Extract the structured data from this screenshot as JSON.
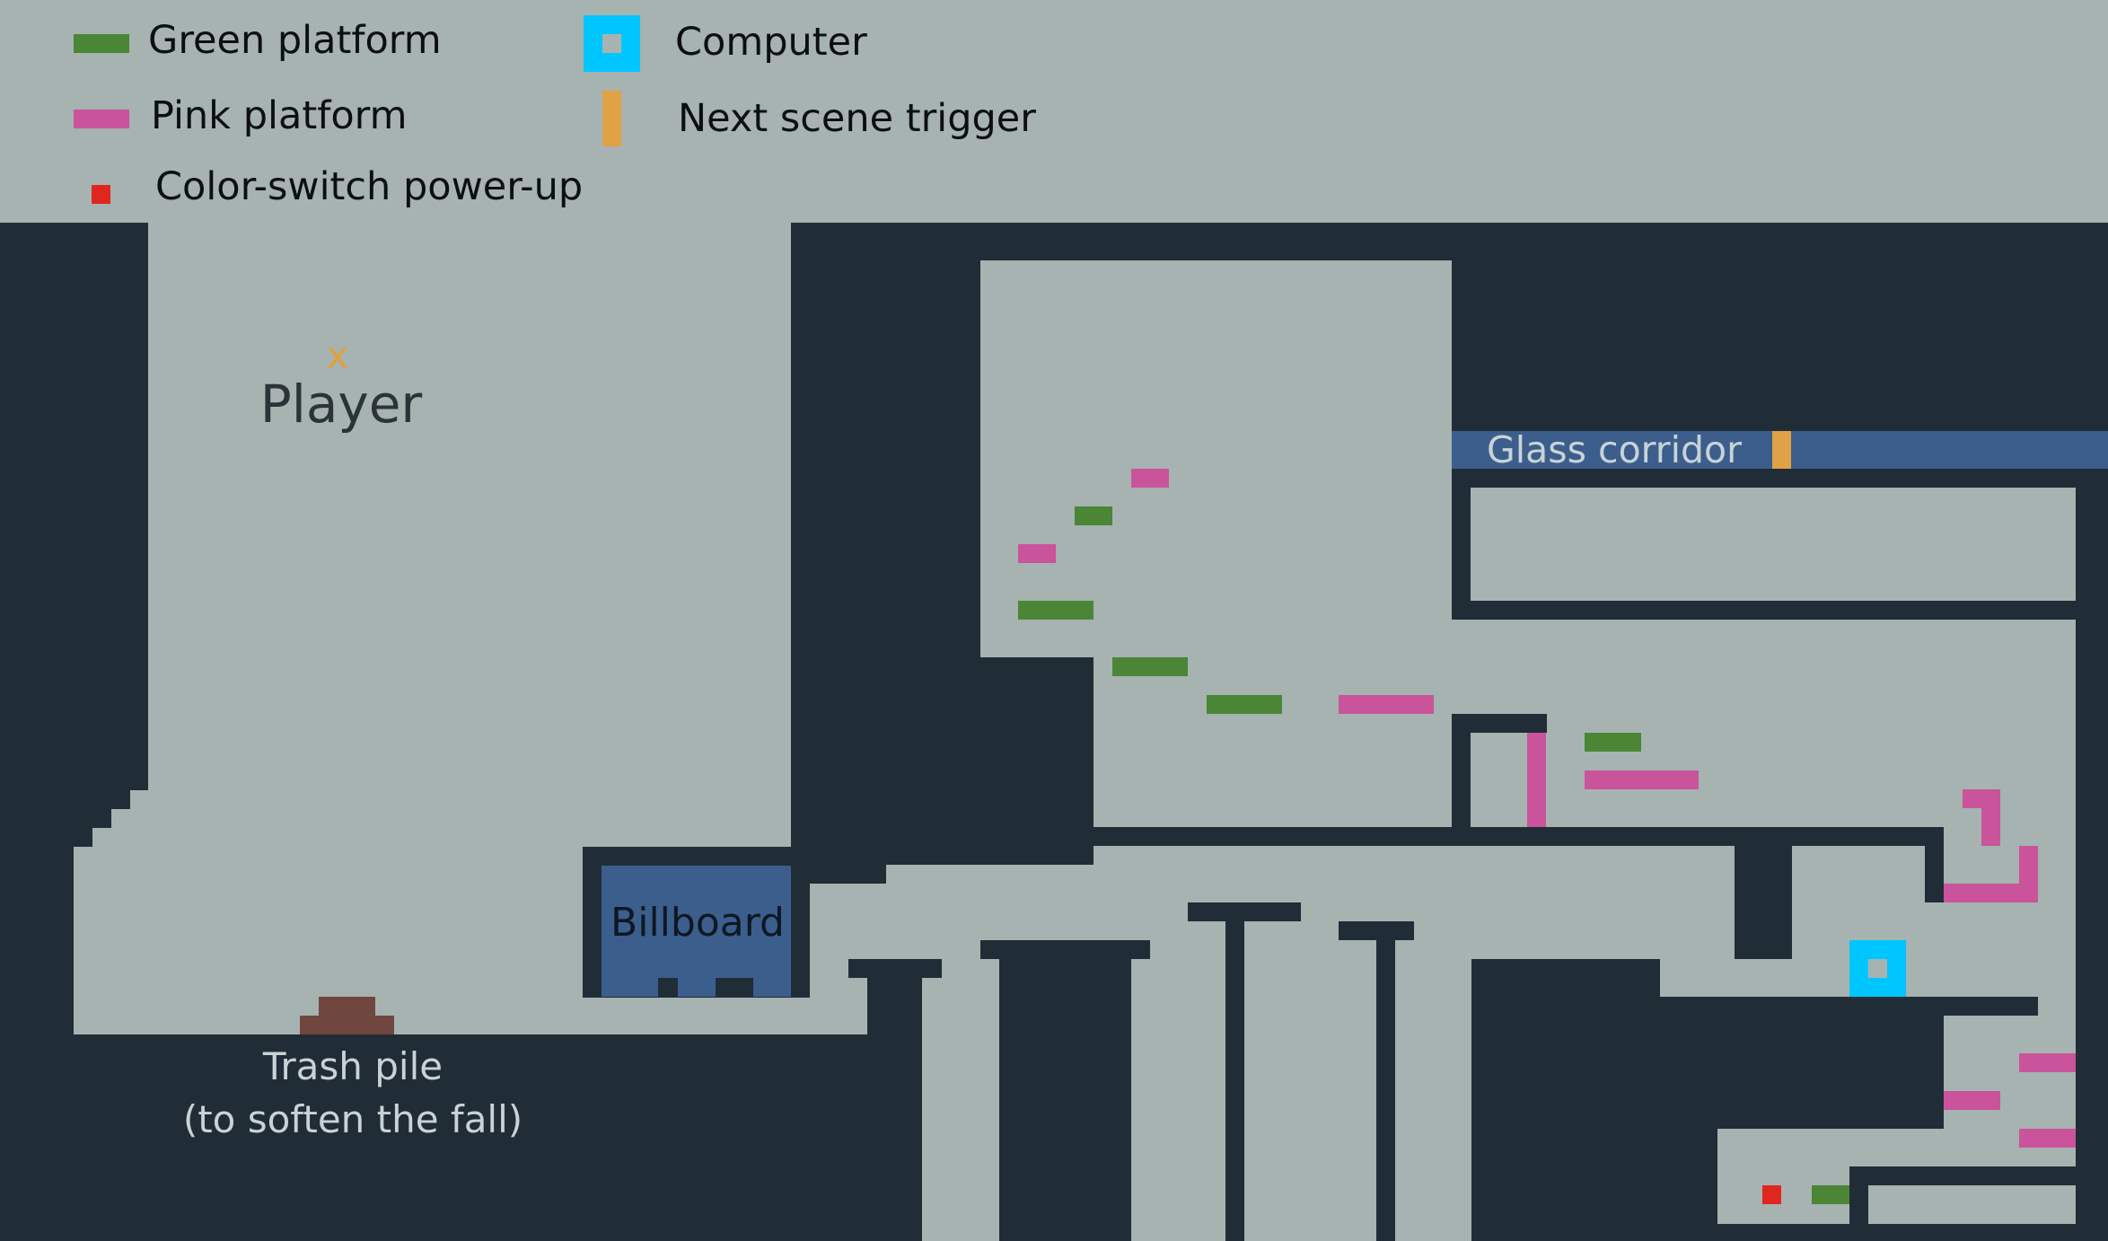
{
  "legend": {
    "green_label": "Green platform",
    "pink_label": "Pink platform",
    "powerup_label": "Color-switch power-up",
    "computer_label": "Computer",
    "trigger_label": "Next scene trigger"
  },
  "map": {
    "player_marker": "x",
    "player_label": "Player",
    "glass_corridor_label": "Glass corridor",
    "billboard_label": "Billboard",
    "trash_label_line1": "Trash pile",
    "trash_label_line2": "(to soften the fall)"
  },
  "colors": {
    "background": "#a6b3b1",
    "wall": "#202d37",
    "green_platform": "#4a8636",
    "pink_platform": "#c9549b",
    "powerup": "#e0271f",
    "computer": "#00c6ff",
    "computer_screen": "#a6b3b1",
    "trigger": "#e0a147",
    "glass_and_billboard": "#3b5e8c",
    "trash": "#70473f",
    "player_marker": "#e0a040",
    "dark_text": "#2c3338",
    "light_text": "#c9d3d6"
  }
}
